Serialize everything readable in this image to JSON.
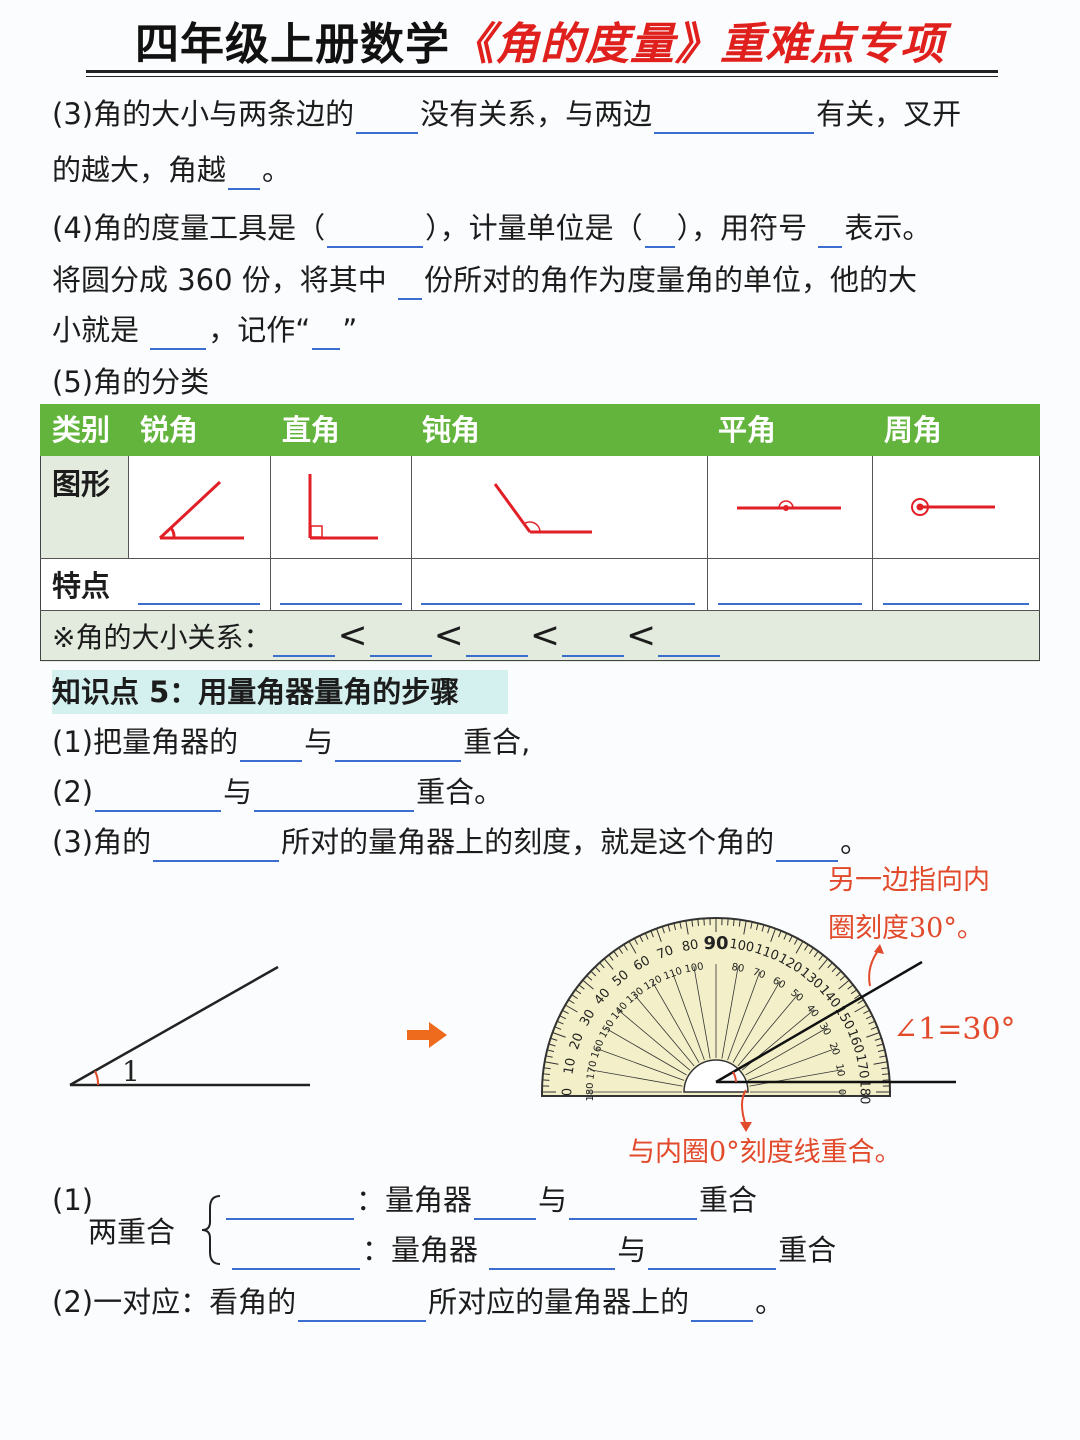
{
  "title": {
    "black": "四年级上册数学",
    "red": "《角的度量》重难点专项"
  },
  "q3": {
    "p1": "(3)角的大小与两条边的",
    "p2": "没有关系，与两边",
    "p3": "有关，叉开",
    "p4": "的越大，角越",
    "p5": "。"
  },
  "q4": {
    "p1": "(4)角的度量工具是（",
    "p2": "），计量单位是（",
    "p3": "），用符号",
    "p4": "表示。",
    "p5": "将圆分成 360 份，将其中",
    "p6": "份所对的角作为度量角的单位，他的大",
    "p7": "小就是",
    "p8": "，记作“",
    "p9": "”"
  },
  "q5": {
    "label": "(5)角的分类"
  },
  "table": {
    "header": [
      "类别",
      "锐角",
      "直角",
      "钝角",
      "平角",
      "周角"
    ],
    "row_shape": "图形",
    "row_feature": "特点",
    "relation": "※角的大小关系：",
    "lt": "<"
  },
  "colors": {
    "title_red": "#e0201c",
    "table_header": "#63b43d",
    "table_row": "#e3ebde",
    "blank_line": "#3a6fd0",
    "annotation": "#e24a2c",
    "heading_highlight": "#d4f1ef"
  },
  "kp5": {
    "heading": "知识点 5：用量角器量角的步骤",
    "s1a": "(1)把量角器的",
    "s1b": "与",
    "s1c": "重合,",
    "s2a": "(2)",
    "s2b": "与",
    "s2c": "重合。",
    "s3a": "(3)角的",
    "s3b": "所对的量角器上的刻度，就是这个角的",
    "s3c": "。"
  },
  "figure": {
    "angle_label": "1",
    "note_top_1": "另一边指向内",
    "note_top_2": "圈刻度30°。",
    "note_angle": "∠1=30°",
    "note_bottom": "与内圈0°刻度线重合。",
    "outer_ticks": [
      "0",
      "10",
      "20",
      "30",
      "40",
      "50",
      "60",
      "70",
      "80",
      "90",
      "100",
      "110",
      "120",
      "130",
      "140",
      "150",
      "160",
      "170",
      "180"
    ],
    "inner_ticks": [
      "180",
      "170",
      "160",
      "150",
      "140",
      "130",
      "120",
      "110",
      "100",
      "80",
      "70",
      "60",
      "50",
      "40",
      "30",
      "20",
      "10",
      "0"
    ]
  },
  "summary": {
    "l1a": "(1)",
    "l1b": "两重合",
    "l1c": "：量角器",
    "l1d": "与",
    "l1e": "重合",
    "l2c": "：量角器",
    "l2d": "与",
    "l2e": "重合",
    "l3a": "(2)一对应：看角的",
    "l3b": "所对应的量角器上的",
    "l3c": "。"
  }
}
